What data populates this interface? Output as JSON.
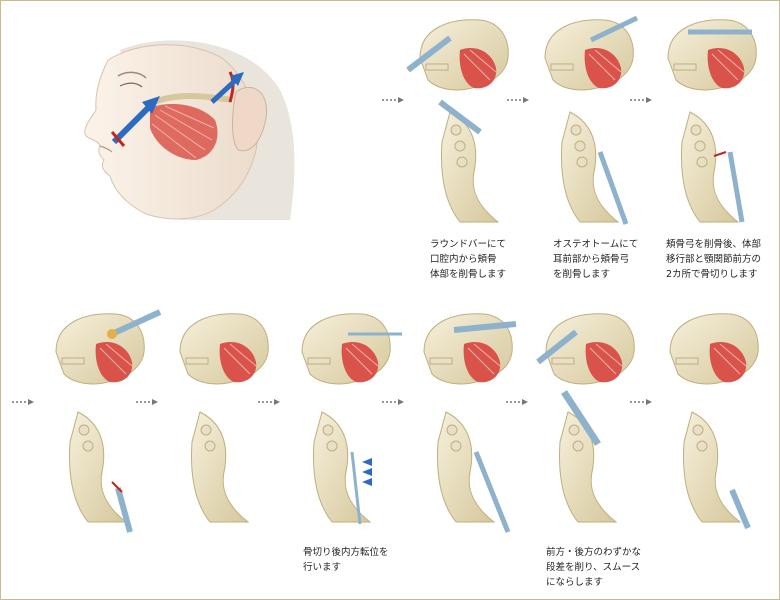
{
  "captions": {
    "step1": "ラウンドバーにて\n口腔内から頬骨\n体部を削骨します",
    "step2": "オステオトームにて\n耳前部から頬骨弓\nを削骨します",
    "step3": "頬骨弓を削骨後、体部\n移行部と顎関節前方の\n2カ所で骨切りします",
    "step6": "骨切り後内方転位を\n行います",
    "step8": "前方・後方のわずかな\n段差を削り、スムース\nにならします"
  },
  "colors": {
    "border": "#c9bb8e",
    "bone": "#ece3c4",
    "bone_shade": "#c8b98c",
    "muscle": "#d9534a",
    "tool": "#8fb2cc",
    "guide_arrow": "#2d6bbf",
    "cut_line": "#c0281e",
    "flow_arrow": "#777777"
  },
  "icons": {
    "flow": "dotted-arrow-icon",
    "face": "face-profile-illustration",
    "skull": "skull-side-illustration",
    "axial": "skull-axial-illustration"
  }
}
